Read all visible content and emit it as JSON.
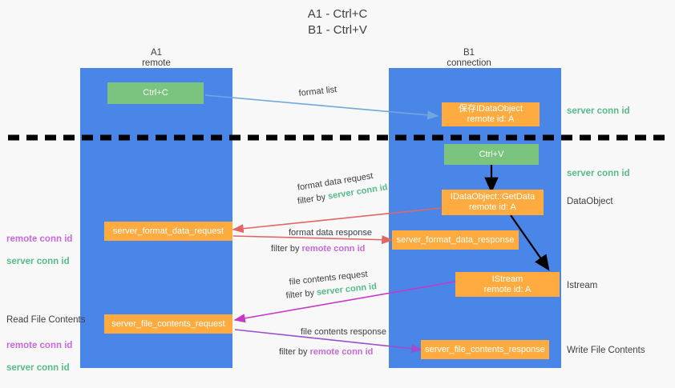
{
  "title": "A1 - Ctrl+C\nB1 - Ctrl+V",
  "columns": {
    "left": "A1\nremote",
    "right": "B1\nconnection"
  },
  "colors": {
    "lane": "#4a86e8",
    "orange": "#ffab40",
    "green_box": "#7bc47f",
    "server_conn": "#57bb8a",
    "remote_conn": "#c969dd",
    "arrow_blue": "#6fa8dc",
    "arrow_red": "#e06666",
    "arrow_magenta": "#c838c8",
    "arrow_purple": "#9b4fd0",
    "arrow_black": "#000000",
    "background": "#f8f8f8"
  },
  "boxes": {
    "ctrl_c": "Ctrl+C",
    "save_idataobject": "保存IDataObject\nremote id: A",
    "ctrl_v": "Ctrl+V",
    "getdata": "IDataObject::GetData\nremote id: A",
    "istream": "IStream\nremote id: A",
    "server_format_data_request": "server_format_data_request",
    "server_format_data_response": "server_format_data_response",
    "server_file_contents_request": "server_file_contents_request",
    "server_file_contents_response": "server_file_contents_response"
  },
  "right_labels": {
    "server_conn_id_top": "server conn id",
    "server_conn_id_mid": "server conn id",
    "dataobject": "DataObject",
    "istream": "Istream",
    "write_file_contents": "Write File Contents"
  },
  "left_labels": {
    "read_file_contents": "Read File Contents",
    "remote_conn_id": "remote conn id",
    "server_conn_id": "server conn id"
  },
  "edges": {
    "format_list": "format list",
    "format_data_request": "format data request",
    "format_data_request_filter_prefix": "filter by ",
    "format_data_request_filter_key": "server conn id",
    "format_data_response": "format data response",
    "format_data_response_filter_prefix": "filter by ",
    "format_data_response_filter_key": "remote conn id",
    "file_contents_request": "file contents request",
    "file_contents_request_filter_prefix": "filter by ",
    "file_contents_request_filter_key": "server conn id",
    "file_contents_response": "file contents response",
    "file_contents_response_filter_prefix": "filter by ",
    "file_contents_response_filter_key": "remote conn id"
  }
}
